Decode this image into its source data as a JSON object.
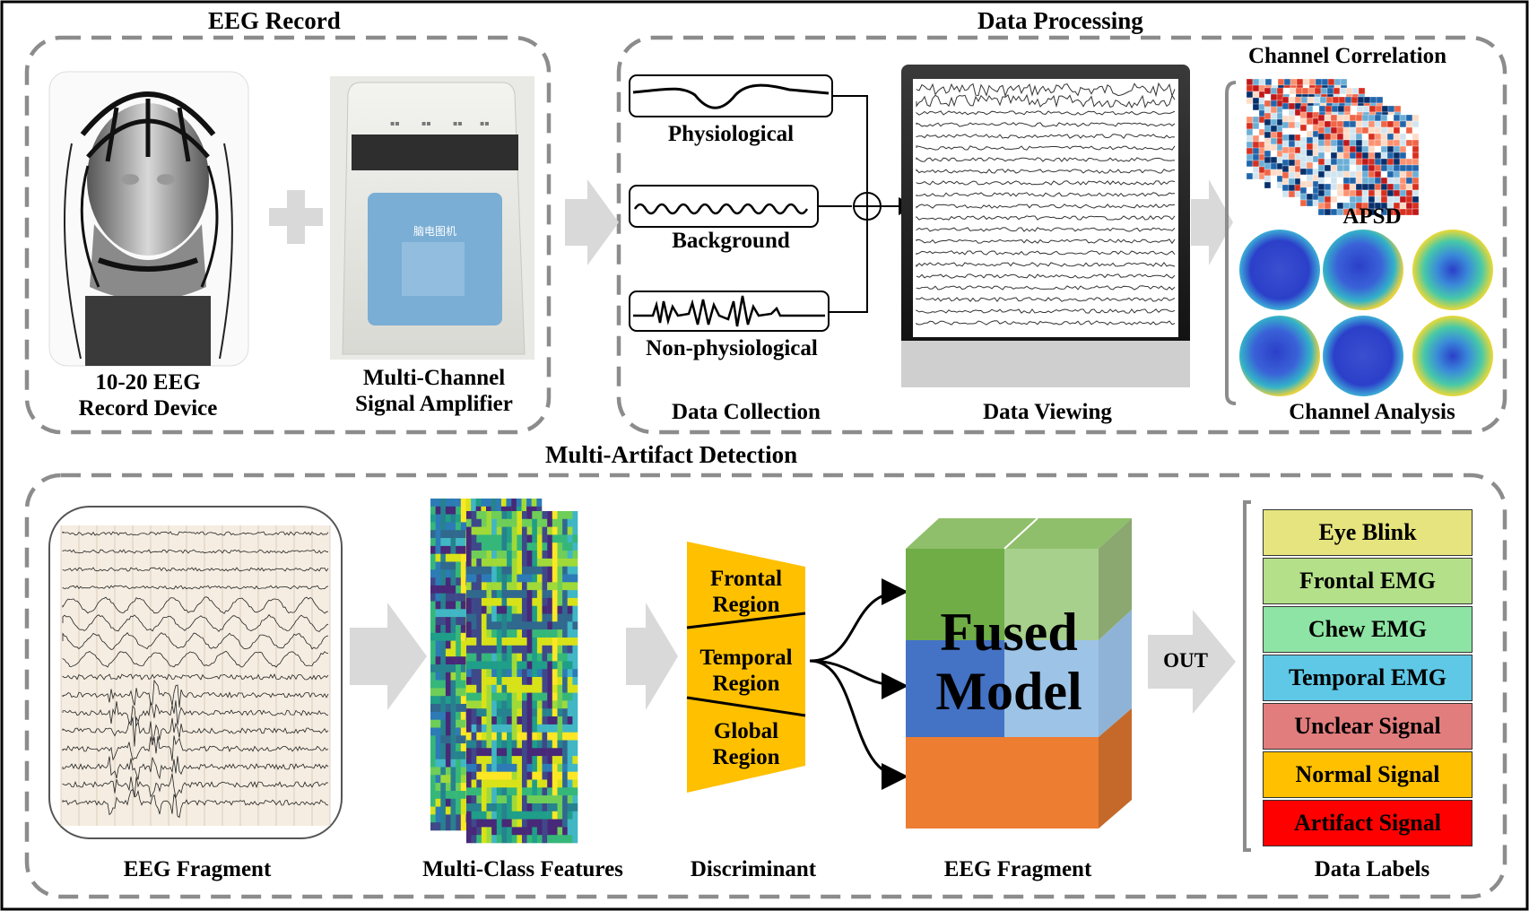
{
  "sections": {
    "eeg_record": "EEG Record",
    "data_processing": "Data Processing",
    "multi_artifact": "Multi-Artifact Detection"
  },
  "top": {
    "device_label_1": "10-20 EEG",
    "device_label_2": "Record Device",
    "amp_label_1": "Multi-Channel",
    "amp_label_2": "Signal Amplifier",
    "sig_physio": "Physiological",
    "sig_background": "Background",
    "sig_nonphysio": "Non-physiological",
    "data_collection": "Data Collection",
    "data_viewing": "Data Viewing",
    "channel_correlation": "Channel Correlation",
    "apsd": "APSD",
    "channel_analysis": "Channel Analysis",
    "amp_text": "脑电图机"
  },
  "bottom": {
    "eeg_fragment_1": "EEG Fragment",
    "multi_class_features": "Multi-Class Features",
    "discriminant": "Discriminant",
    "frontal_1": "Frontal",
    "frontal_2": "Region",
    "temporal_1": "Temporal",
    "temporal_2": "Region",
    "global_1": "Global",
    "global_2": "Region",
    "fused_1": "Fused",
    "fused_2": "Model",
    "eeg_fragment_2": "EEG Fragment",
    "out": "OUT",
    "data_labels": "Data Labels"
  },
  "labels": [
    {
      "text": "Eye Blink",
      "color": "#E6E47E"
    },
    {
      "text": "Frontal EMG",
      "color": "#B5E08A"
    },
    {
      "text": "Chew EMG",
      "color": "#8EE4A4"
    },
    {
      "text": "Temporal EMG",
      "color": "#5FC8E6"
    },
    {
      "text": "Unclear Signal",
      "color": "#E27D7D"
    },
    {
      "text": "Normal Signal",
      "color": "#FFC000"
    },
    {
      "text": "Artifact Signal",
      "color": "#FF0000"
    }
  ],
  "colors": {
    "frame": "#000000",
    "dash": "#8C8C8C",
    "arrow_gray": "#D9D9D9",
    "discriminant": "#FFC000",
    "fused_green": "#70AD47",
    "fused_blue": "#4472C4",
    "fused_orange": "#ED7D31"
  }
}
